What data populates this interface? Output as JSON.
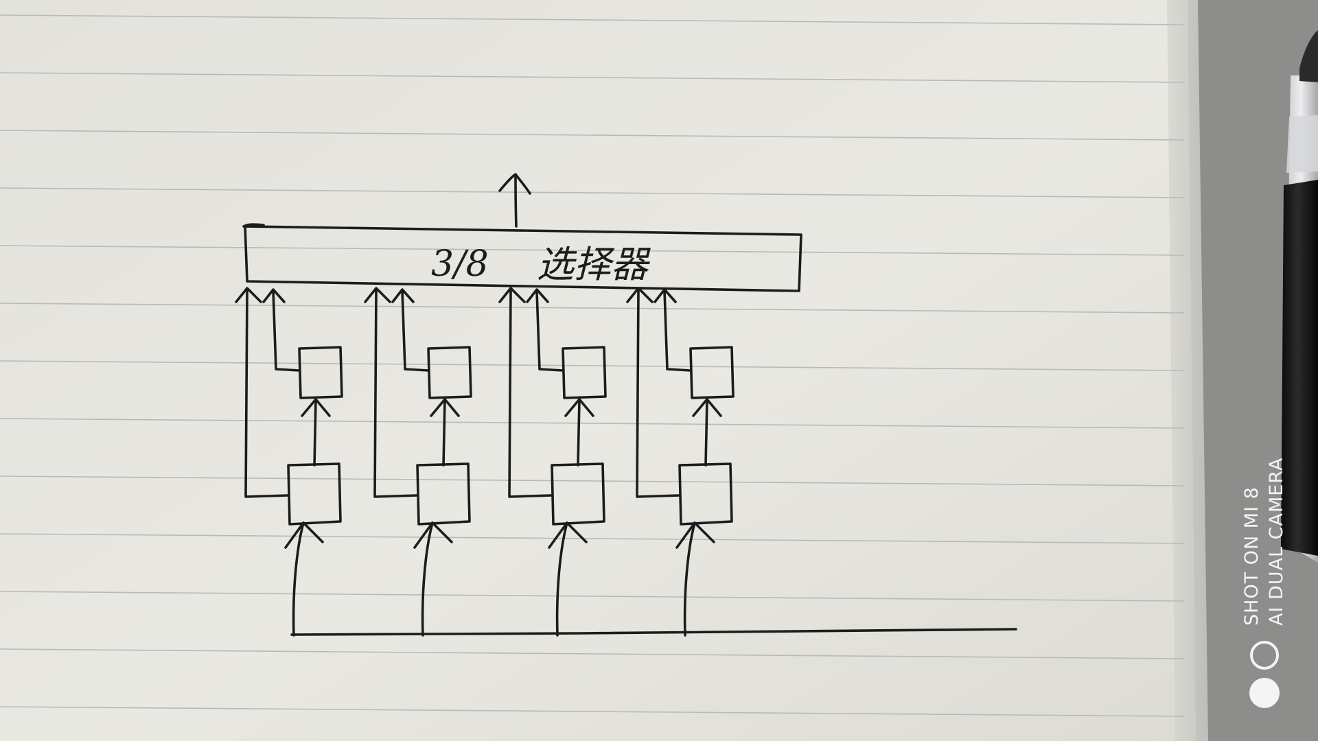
{
  "photo": {
    "subject": "hand-drawn-diagram-on-lined-notebook-paper",
    "paper_color": "#e7e6df",
    "ruling_color": "#b9bab6",
    "ink_color": "#1c1c1c",
    "background_color": "#8f8f8d"
  },
  "diagram": {
    "selector_label_number": "3/8",
    "selector_label_text": "选择器",
    "register_pairs": 4
  },
  "watermark": {
    "line1": "SHOT ON MI 8",
    "line2": "AI DUAL CAMERA"
  }
}
